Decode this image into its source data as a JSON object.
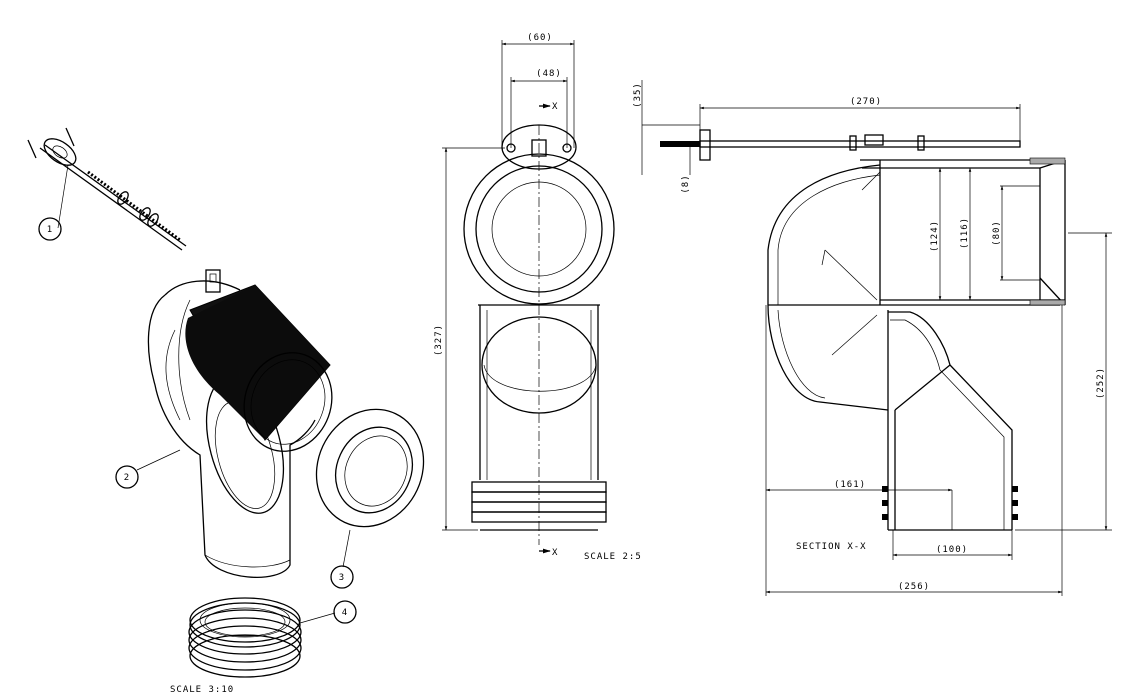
{
  "callouts": [
    "1",
    "2",
    "3",
    "4"
  ],
  "scales": {
    "iso": "SCALE  3:10",
    "front": "SCALE  2:5"
  },
  "front_view": {
    "dims": {
      "width_outer": "(60)",
      "width_inner": "(48)",
      "height": "(327)"
    },
    "section_mark": "X"
  },
  "section_view": {
    "title": "SECTION  X-X",
    "dims": {
      "offset": "(35)",
      "rod_length": "(270)",
      "rod_small": "(8)",
      "dia_124": "(124)",
      "dia_116": "(116)",
      "dia_80": "(80)",
      "height_252": "(252)",
      "depth_161": "(161)",
      "outlet_100": "(100)",
      "overall_256": "(256)"
    }
  }
}
